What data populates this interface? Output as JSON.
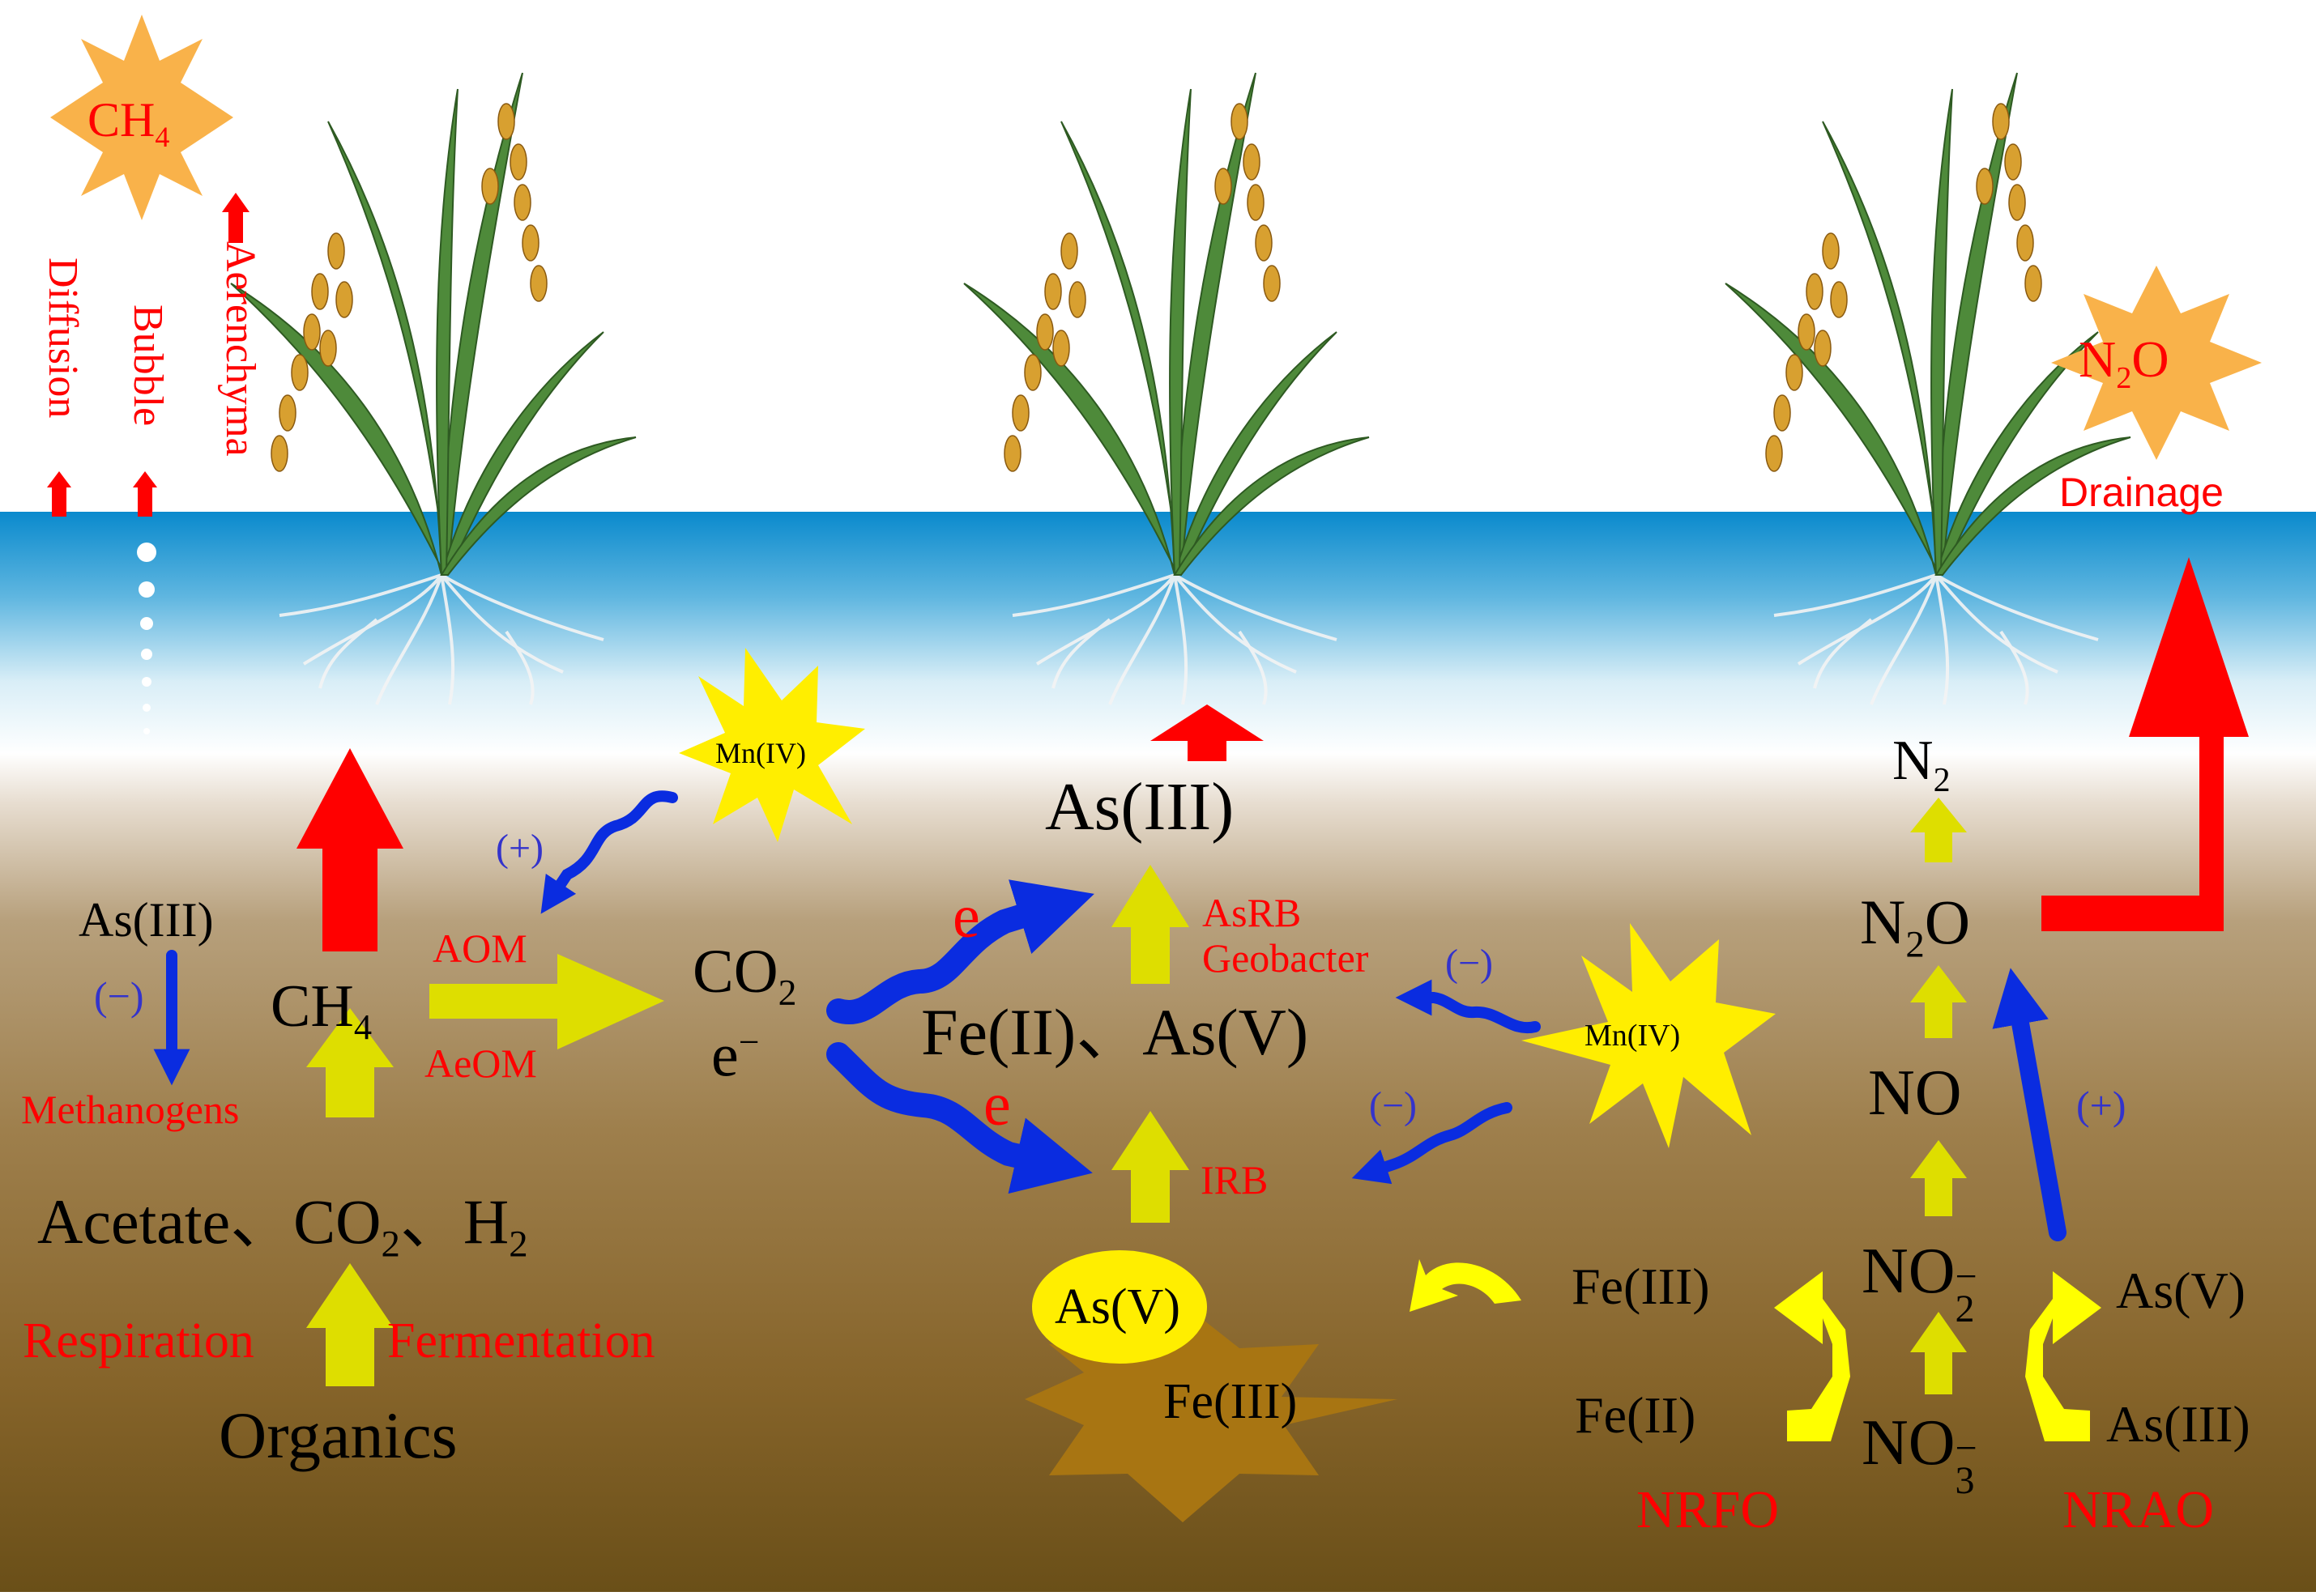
{
  "gases": {
    "ch4_base": "CH",
    "ch4_sub": "4",
    "n2o_pre": "N",
    "n2o_sub": "2",
    "n2o_post": "O"
  },
  "transport": {
    "diffusion": "Diffusion",
    "bubble": "Bubble",
    "aerenchyma": "Aerenchyma",
    "drainage": "Drainage"
  },
  "methane": {
    "as3": "As(III)",
    "minus": "(−)",
    "ch4_base": "CH",
    "ch4_sub": "4",
    "methanogens": "Methanogens",
    "substrates_a": "Acetate、CO",
    "substrates_sub1": "2",
    "substrates_b": "、H",
    "substrates_sub2": "2",
    "respiration": "Respiration",
    "fermentation": "Fermentation",
    "organics": "Organics",
    "aom": "AOM",
    "aeom": "AeOM",
    "co2_base": "CO",
    "co2_sub": "2",
    "electron": "e",
    "electron_sup": "−"
  },
  "manganese": {
    "mn_top": "Mn(IV)",
    "mn_right": "Mn(IV)",
    "plus_top": "(+)",
    "minus_a": "(−)",
    "minus_b": "(−)"
  },
  "arsenic": {
    "as3": "As(III)",
    "e_top": "e",
    "e_bottom": "e",
    "asrb": "AsRB",
    "geobacter": "Geobacter",
    "fe2_as5": "Fe(II)、As(V)",
    "irb": "IRB",
    "as5_oval": "As(V)",
    "fe3_star": "Fe(III)"
  },
  "nitrogen": {
    "n2_base": "N",
    "n2_sub": "2",
    "n2o_pre": "N",
    "n2o_sub": "2",
    "n2o_post": "O",
    "no": "NO",
    "no2_base": "NO",
    "no2_sub": "2",
    "no2_sup": "−",
    "no3_base": "NO",
    "no3_sub": "3",
    "no3_sup": "−",
    "fe3": "Fe(III)",
    "fe2": "Fe(II)",
    "as5": "As(V)",
    "as3": "As(III)",
    "plus": "(+)",
    "nrfo": "NRFO",
    "nrao": "NRAO"
  },
  "colors": {
    "water": "#0088cc",
    "soil_top": "#c8b394",
    "soil_bottom": "#6a4f18",
    "emission_star": "#f9b24a",
    "mn_star": "#ffee00",
    "fe3_star": "#a87512",
    "as5_oval": "#ffee00",
    "yellow_arrow": "#dede00",
    "bright_yellow": "#ffff00",
    "red_arrow": "#ff0000",
    "blue_arrow": "#0a2ce0",
    "plant_leaf": "#4e8a3a",
    "grain": "#d8a030"
  }
}
